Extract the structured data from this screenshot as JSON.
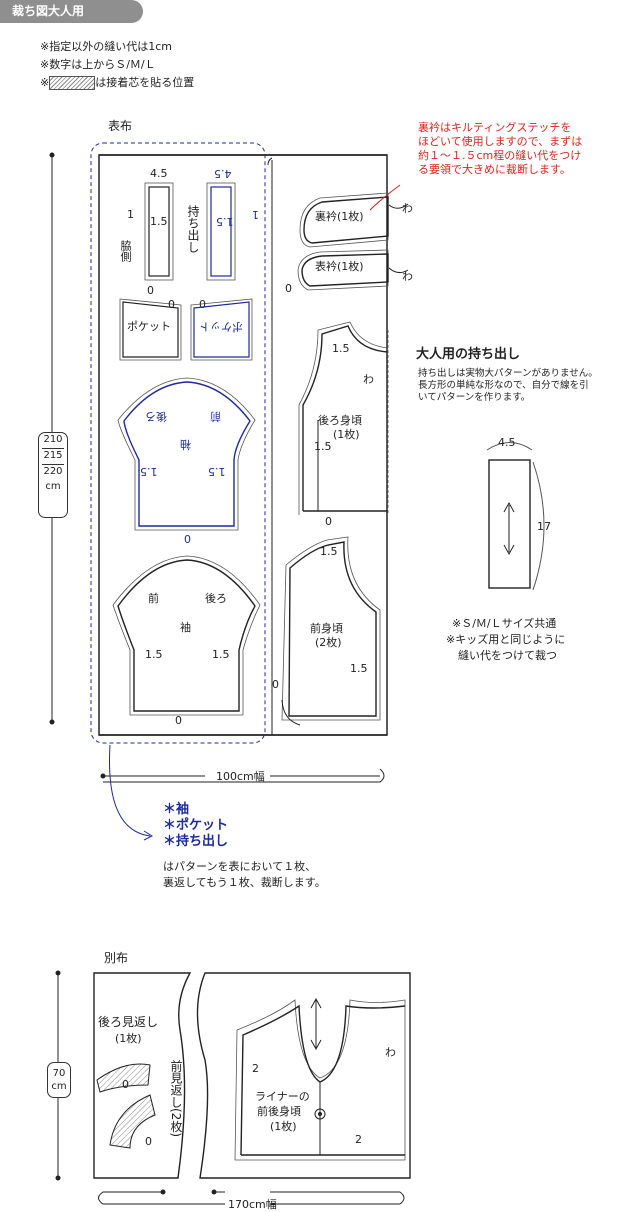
{
  "header": {
    "badge": "裁ち図大人用"
  },
  "notes": {
    "line1": "※指定以外の縫い代は1cm",
    "line2": "※数字は上からＳ/Ｍ/Ｌ",
    "line3_prefix": "※",
    "line3_suffix": "は接着芯を貼る位置"
  },
  "outer_fabric": {
    "label": "表布",
    "dim_top": "210",
    "dim_mid": "215",
    "dim_bot": "220",
    "dim_unit": "cm",
    "width": "100cm幅",
    "red_note": [
      "裏衿はキルティングステッチを",
      "ほどいて使用しますので、まずは",
      "約１～１.５cm程の縫い代をつけ",
      "る要領で大きめに裁断します。"
    ],
    "pieces": {
      "placket_top": "4.5",
      "placket_side": "1",
      "placket_inner": "1.5",
      "placket_bottom": "0",
      "placket_label": "持ち出し",
      "waki_label": "脇側",
      "pocket_label": "ポケット",
      "pocket_zero": "0",
      "sleeve_label": "袖",
      "sleeve_front": "前",
      "sleeve_back": "後ろ",
      "sleeve_allow": "1.5",
      "sleeve_zero": "0",
      "collar_under": "裏衿(1枚)",
      "collar_top": "表衿(1枚)",
      "fold": "わ",
      "zero": "0",
      "back_body": "後ろ身頃",
      "back_count": "(1枚)",
      "front_body": "前身頃",
      "front_count": "(2枚)",
      "allow": "1.5"
    }
  },
  "adult_placket": {
    "title": "大人用の持ち出し",
    "desc": [
      "持ち出しは実物大パターンがありません。",
      "長方形の単純な形なので、自分で線を引",
      "いてパターンを作ります。"
    ],
    "width": "4.5",
    "height": "17",
    "note1": "※Ｓ/Ｍ/Ｌサイズ共通",
    "note2": "※キッズ用と同じように",
    "note3": "縫い代をつけて裁つ"
  },
  "blue_list": {
    "items": [
      "＊袖",
      "＊ポケット",
      "＊持ち出し"
    ],
    "desc1": "はパターンを表において１枚、",
    "desc2": "裏返してもう１枚、裁断します。"
  },
  "sub_fabric": {
    "label": "別布",
    "dim": "70",
    "dim_unit": "cm",
    "width": "170cm幅",
    "back_facing": "後ろ見返し",
    "back_facing_count": "(1枚)",
    "front_facing": "前見返し(2枚)",
    "liner": "ライナーの",
    "liner2": "前後身頃",
    "liner_count": "(1枚)",
    "allow2": "2",
    "zero": "0",
    "fold": "わ"
  }
}
